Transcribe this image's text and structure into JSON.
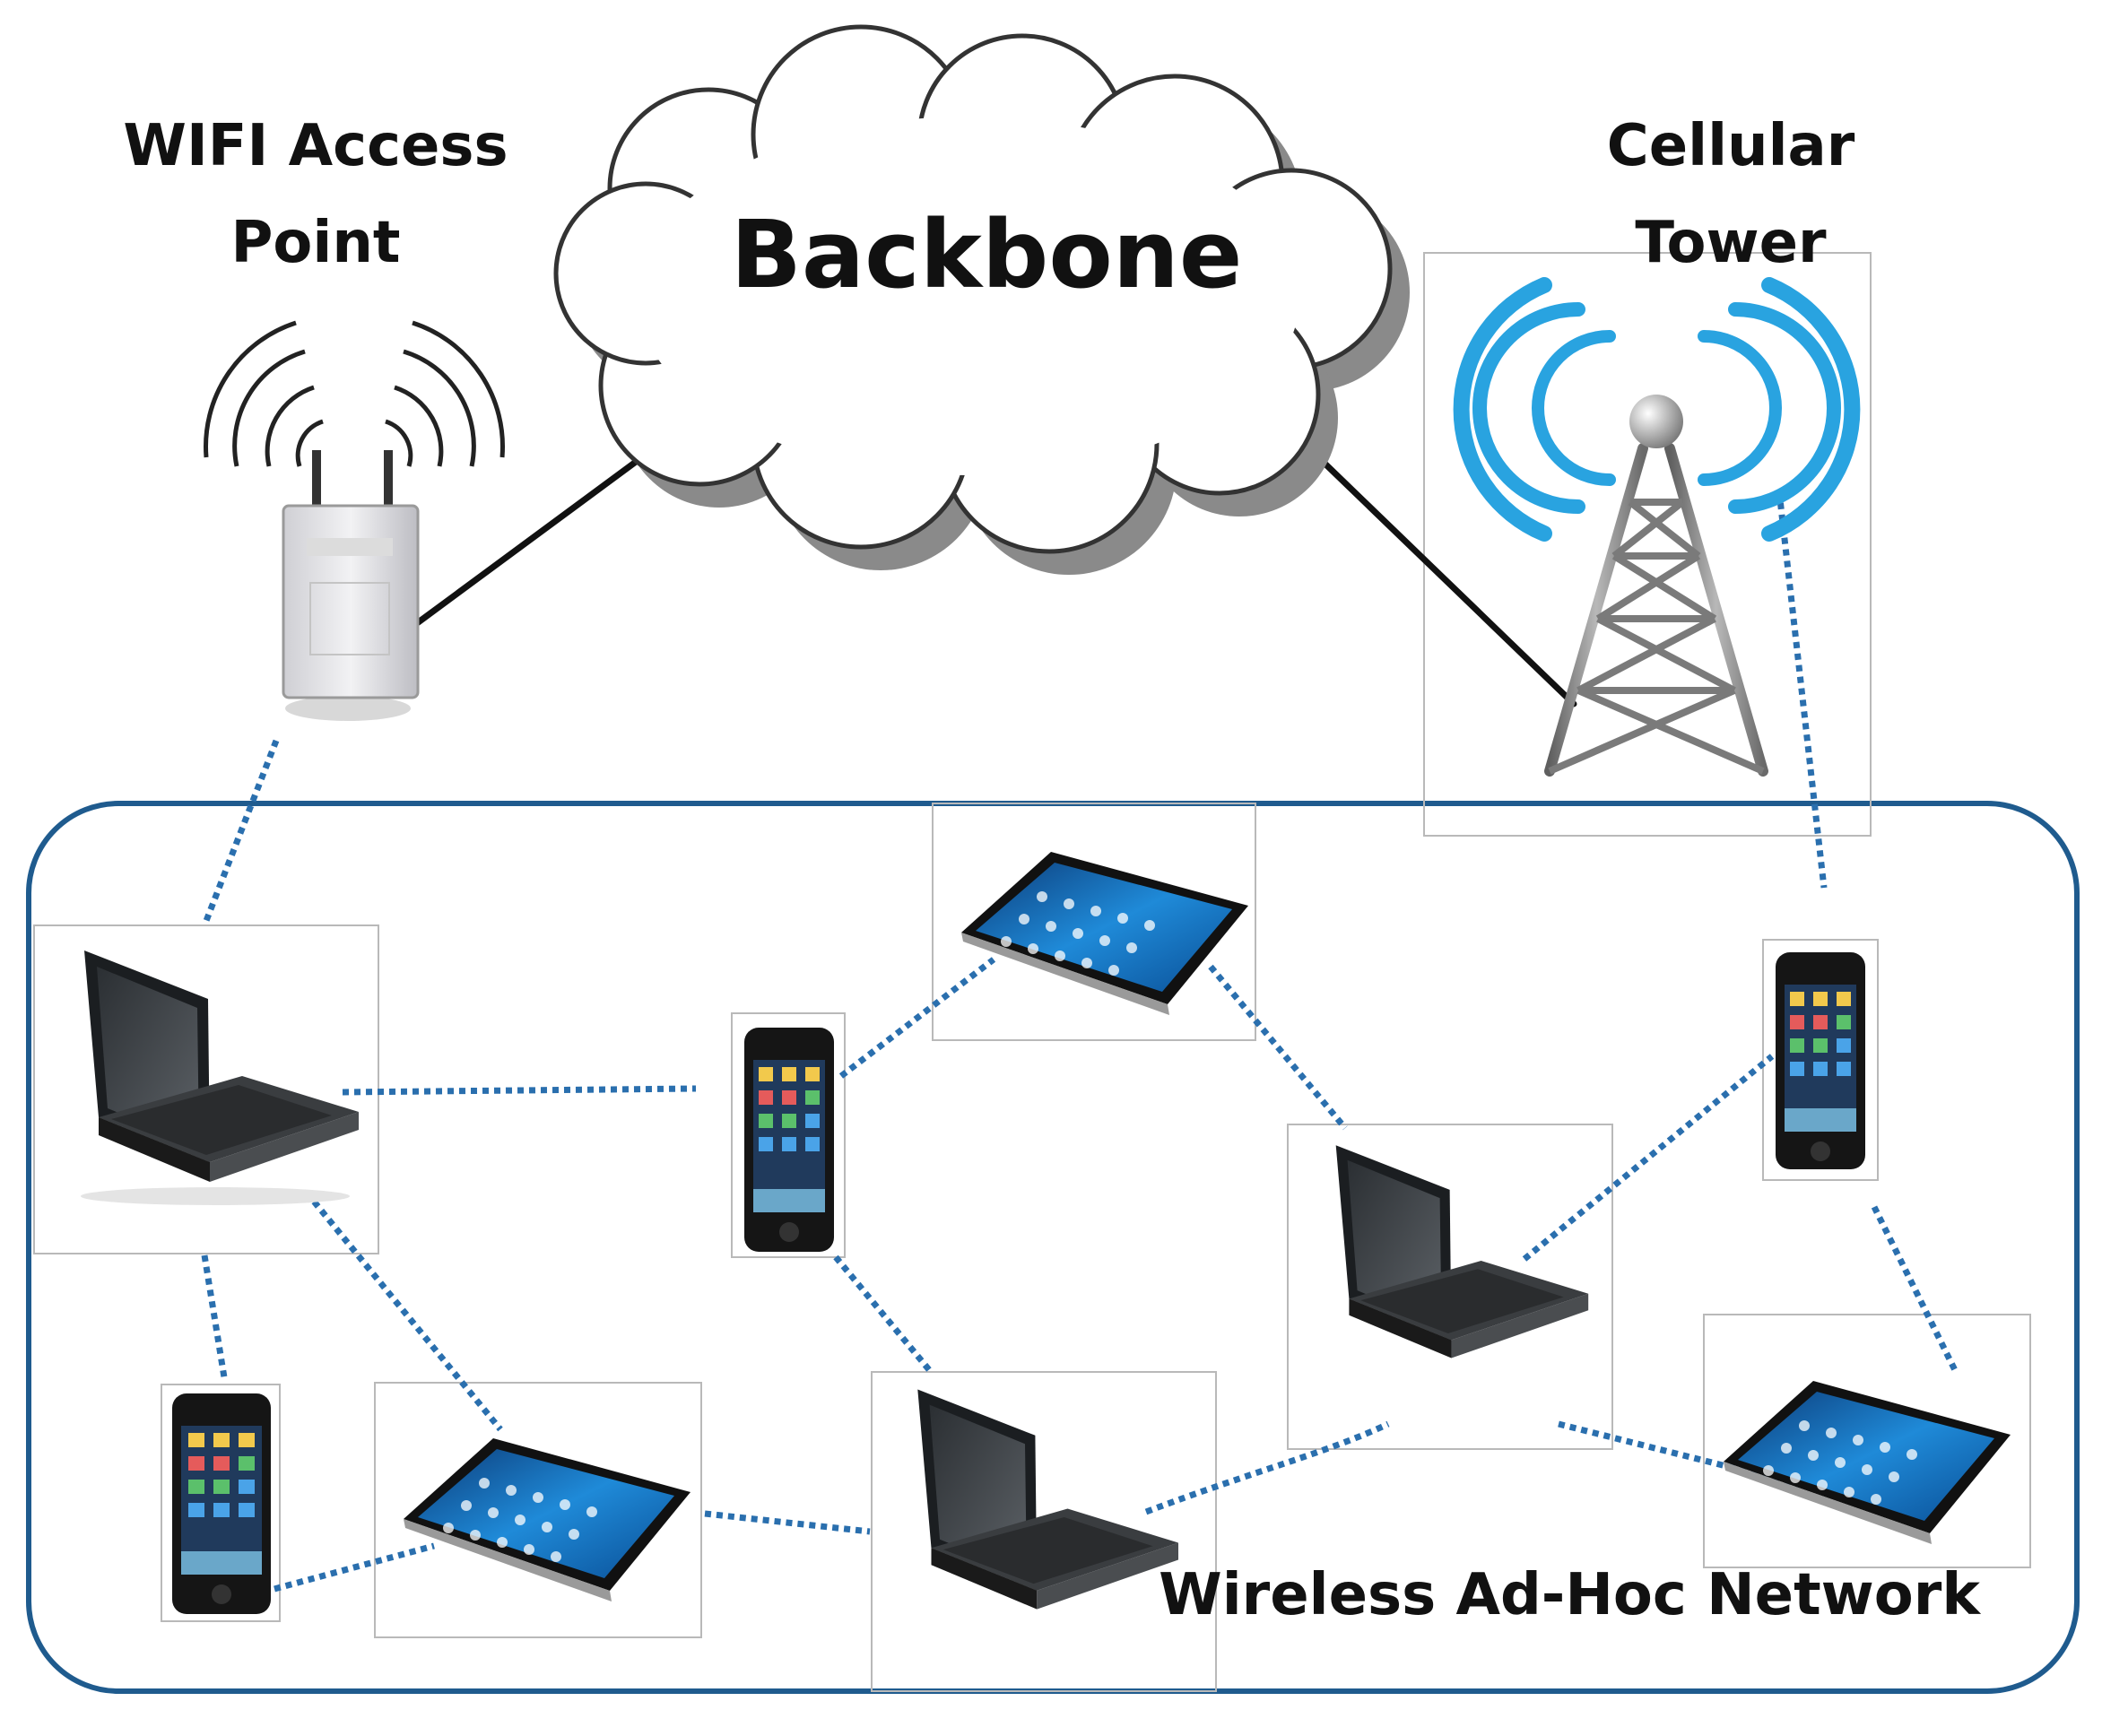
{
  "labels": {
    "wifi_line1": "WIFI Access",
    "wifi_line2": "Point",
    "backbone": "Backbone",
    "cellular_line1": "Cellular",
    "cellular_line2": "Tower",
    "adhoc": "Wireless Ad-Hoc Network"
  },
  "colors": {
    "network_border": "#1f5b8e",
    "wired_link": "#111111",
    "wireless_link": "#2a6fae",
    "cloud_shadow": "#8a8a8a",
    "signal_blue": "#29a3e0"
  },
  "devices": [
    {
      "id": "laptop-left",
      "type": "laptop"
    },
    {
      "id": "phone-center",
      "type": "phone"
    },
    {
      "id": "tablet-top-center",
      "type": "tablet"
    },
    {
      "id": "phone-right",
      "type": "phone"
    },
    {
      "id": "laptop-right",
      "type": "laptop"
    },
    {
      "id": "phone-bottom-left",
      "type": "phone"
    },
    {
      "id": "tablet-bottom-left",
      "type": "tablet"
    },
    {
      "id": "laptop-bottom-center",
      "type": "laptop"
    },
    {
      "id": "tablet-bottom-right",
      "type": "tablet"
    }
  ],
  "links": {
    "wired": [
      {
        "from": "wifi-access-point",
        "to": "backbone"
      },
      {
        "from": "backbone",
        "to": "cellular-tower"
      }
    ],
    "wireless": [
      {
        "from": "wifi-access-point",
        "to": "laptop-left"
      },
      {
        "from": "cellular-tower",
        "to": "phone-right"
      },
      {
        "from": "laptop-left",
        "to": "phone-center"
      },
      {
        "from": "phone-center",
        "to": "tablet-top-center"
      },
      {
        "from": "tablet-top-center",
        "to": "laptop-right"
      },
      {
        "from": "laptop-right",
        "to": "phone-right"
      },
      {
        "from": "laptop-left",
        "to": "phone-bottom-left"
      },
      {
        "from": "laptop-left",
        "to": "tablet-bottom-left"
      },
      {
        "from": "phone-bottom-left",
        "to": "tablet-bottom-left"
      },
      {
        "from": "tablet-bottom-left",
        "to": "laptop-bottom-center"
      },
      {
        "from": "phone-center",
        "to": "laptop-bottom-center"
      },
      {
        "from": "laptop-bottom-center",
        "to": "laptop-right"
      },
      {
        "from": "laptop-right",
        "to": "tablet-bottom-right"
      },
      {
        "from": "phone-right",
        "to": "tablet-bottom-right"
      }
    ]
  }
}
